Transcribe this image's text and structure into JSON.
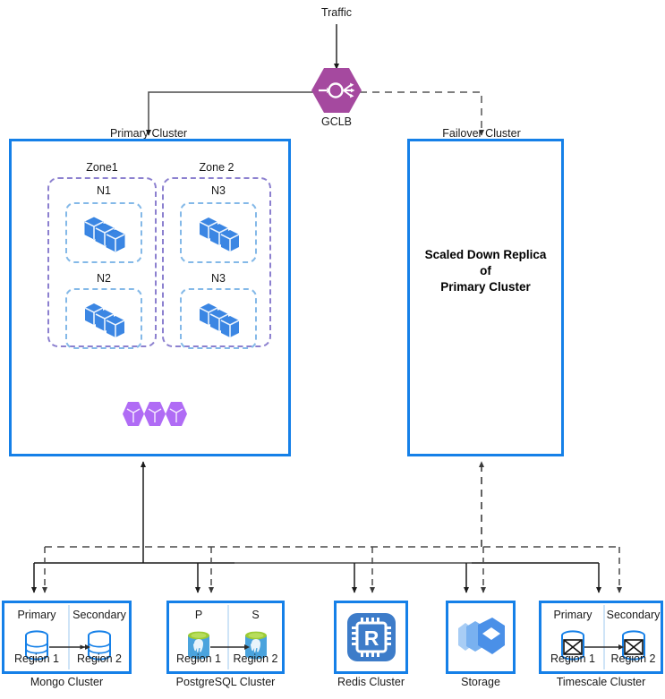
{
  "diagram": {
    "title": "Multi-region GKE HA architecture",
    "colors": {
      "cluster_border": "#1580e8",
      "zone_border": "#8c80cf",
      "node_border": "#84b9e8",
      "gclb_fill": "#a councils",
      "gclb": "#a546a5",
      "pod_blue": "#2f7fe0",
      "cluster_purple": "#b06cf5",
      "line_solid": "#3f3f3f",
      "line_dashed": "#5a5a5a",
      "redis_blue": "#3d7cc9",
      "storage_blue": "#4a90e8"
    }
  },
  "traffic": {
    "label": "Traffic"
  },
  "gclb": {
    "label": "GCLB",
    "icon": "load-balancer-icon"
  },
  "primary_cluster": {
    "label": "Primary Cluster",
    "zones": [
      {
        "label": "Zone1",
        "nodes": [
          {
            "label": "N1",
            "icon": "pods-icon"
          },
          {
            "label": "N2",
            "icon": "pods-icon"
          }
        ]
      },
      {
        "label": "Zone 2",
        "nodes": [
          {
            "label": "N3",
            "icon": "pods-icon"
          },
          {
            "label": "N3",
            "icon": "pods-icon"
          }
        ]
      }
    ],
    "footer_icon": "cluster-hexagons-icon"
  },
  "failover_cluster": {
    "label": "Failover Cluster",
    "body_line1": "Scaled Down Replica",
    "body_line2": "of",
    "body_line3": "Primary Cluster"
  },
  "datastores": [
    {
      "id": "mongo",
      "caption": "Mongo Cluster",
      "layout": "two-cell",
      "cells": [
        {
          "header": "Primary",
          "footer": "Region 1",
          "icon": "mongo-db-icon"
        },
        {
          "header": "Secondary",
          "footer": "Region 2",
          "icon": "mongo-db-icon"
        }
      ],
      "replication_arrow": true
    },
    {
      "id": "postgres",
      "caption": "PostgreSQL Cluster",
      "layout": "two-cell",
      "cells": [
        {
          "header": "P",
          "footer": "Region 1",
          "icon": "postgres-db-icon"
        },
        {
          "header": "S",
          "footer": "Region 2",
          "icon": "postgres-db-icon"
        }
      ],
      "replication_arrow": true
    },
    {
      "id": "redis",
      "caption": "Redis Cluster",
      "layout": "single-icon",
      "icon": "redis-icon",
      "icon_letter": "R"
    },
    {
      "id": "storage",
      "caption": "Storage",
      "layout": "single-icon",
      "icon": "cloud-storage-icon"
    },
    {
      "id": "timescale",
      "caption": "Timescale Cluster",
      "layout": "two-cell",
      "cells": [
        {
          "header": "Primary",
          "footer": "Region 1",
          "icon": "timescale-db-icon"
        },
        {
          "header": "Secondary",
          "footer": "Region 2",
          "icon": "timescale-db-icon"
        }
      ],
      "replication_arrow": true
    }
  ],
  "connections": [
    {
      "from": "traffic",
      "to": "gclb",
      "style": "solid"
    },
    {
      "from": "gclb",
      "to": "primary_cluster",
      "style": "solid"
    },
    {
      "from": "gclb",
      "to": "failover_cluster",
      "style": "dashed"
    },
    {
      "from": "datastore-bus",
      "to": "primary_cluster",
      "style": "solid"
    },
    {
      "from": "datastore-bus",
      "to": "failover_cluster",
      "style": "dashed"
    }
  ]
}
